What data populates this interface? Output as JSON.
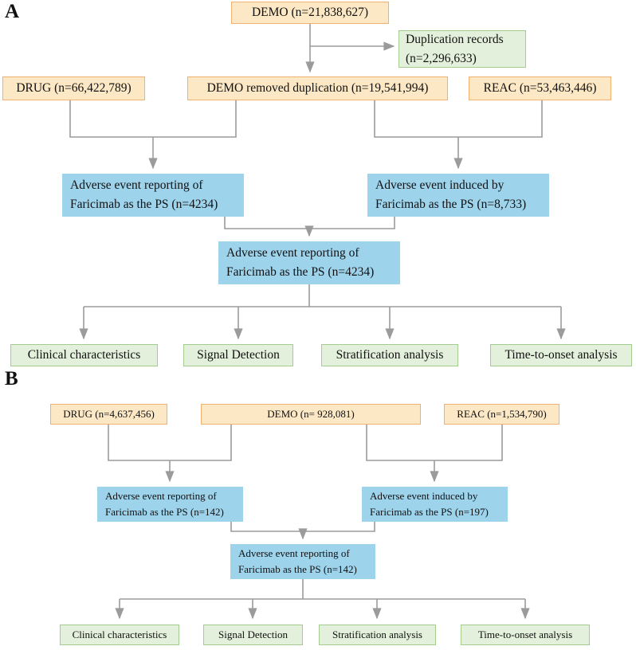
{
  "colors": {
    "orange_fill": "#fce8c5",
    "orange_border": "#f0b070",
    "green_fill": "#e3f0db",
    "green_border": "#a3cc8e",
    "blue_fill": "#9ed3ec",
    "connector": "#9b9b9b",
    "text": "#111111",
    "background": "#ffffff"
  },
  "panel_a": {
    "label": "A",
    "demo_total": "DEMO (n=21,838,627)",
    "duplication_line1": "Duplication records",
    "duplication_line2": "(n=2,296,633)",
    "drug": "DRUG (n=66,422,789)",
    "demo_dedup": "DEMO removed duplication (n=19,541,994)",
    "reac": "REAC (n=53,463,446)",
    "ae_reporting_line1": "Adverse event reporting of",
    "ae_reporting_line2": "Faricimab as the PS (n=4234)",
    "ae_induced_line1": "Adverse event induced by",
    "ae_induced_line2": "Faricimab as the PS (n=8,733)",
    "ae_final_line1": "Adverse event reporting of",
    "ae_final_line2": "Faricimab as the PS (n=4234)",
    "outcome_1": "Clinical characteristics",
    "outcome_2": "Signal Detection",
    "outcome_3": "Stratification analysis",
    "outcome_4": "Time-to-onset analysis"
  },
  "panel_b": {
    "label": "B",
    "drug": "DRUG (n=4,637,456)",
    "demo": "DEMO (n= 928,081)",
    "reac": "REAC (n=1,534,790)",
    "ae_reporting_line1": "Adverse event reporting of",
    "ae_reporting_line2": "Faricimab as the PS (n=142)",
    "ae_induced_line1": "Adverse event induced by",
    "ae_induced_line2": "Faricimab as the PS (n=197)",
    "ae_final_line1": "Adverse event reporting of",
    "ae_final_line2": "Faricimab as the PS (n=142)",
    "outcome_1": "Clinical characteristics",
    "outcome_2": "Signal Detection",
    "outcome_3": "Stratification analysis",
    "outcome_4": "Time-to-onset analysis"
  }
}
